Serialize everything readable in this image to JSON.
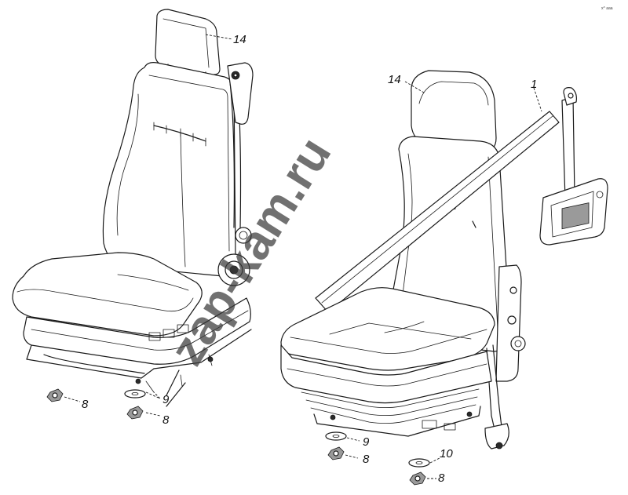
{
  "watermark": "zap-kam.ru",
  "corner_code": "x^ aaa",
  "callouts": {
    "left_headrest": "14",
    "left_nut_a": "8",
    "left_washer": "9",
    "left_nut_b": "8",
    "right_headrest": "14",
    "belt": "1",
    "right_washer_a": "9",
    "right_nut_a": "8",
    "right_washer_b": "10",
    "right_nut_b": "8"
  }
}
